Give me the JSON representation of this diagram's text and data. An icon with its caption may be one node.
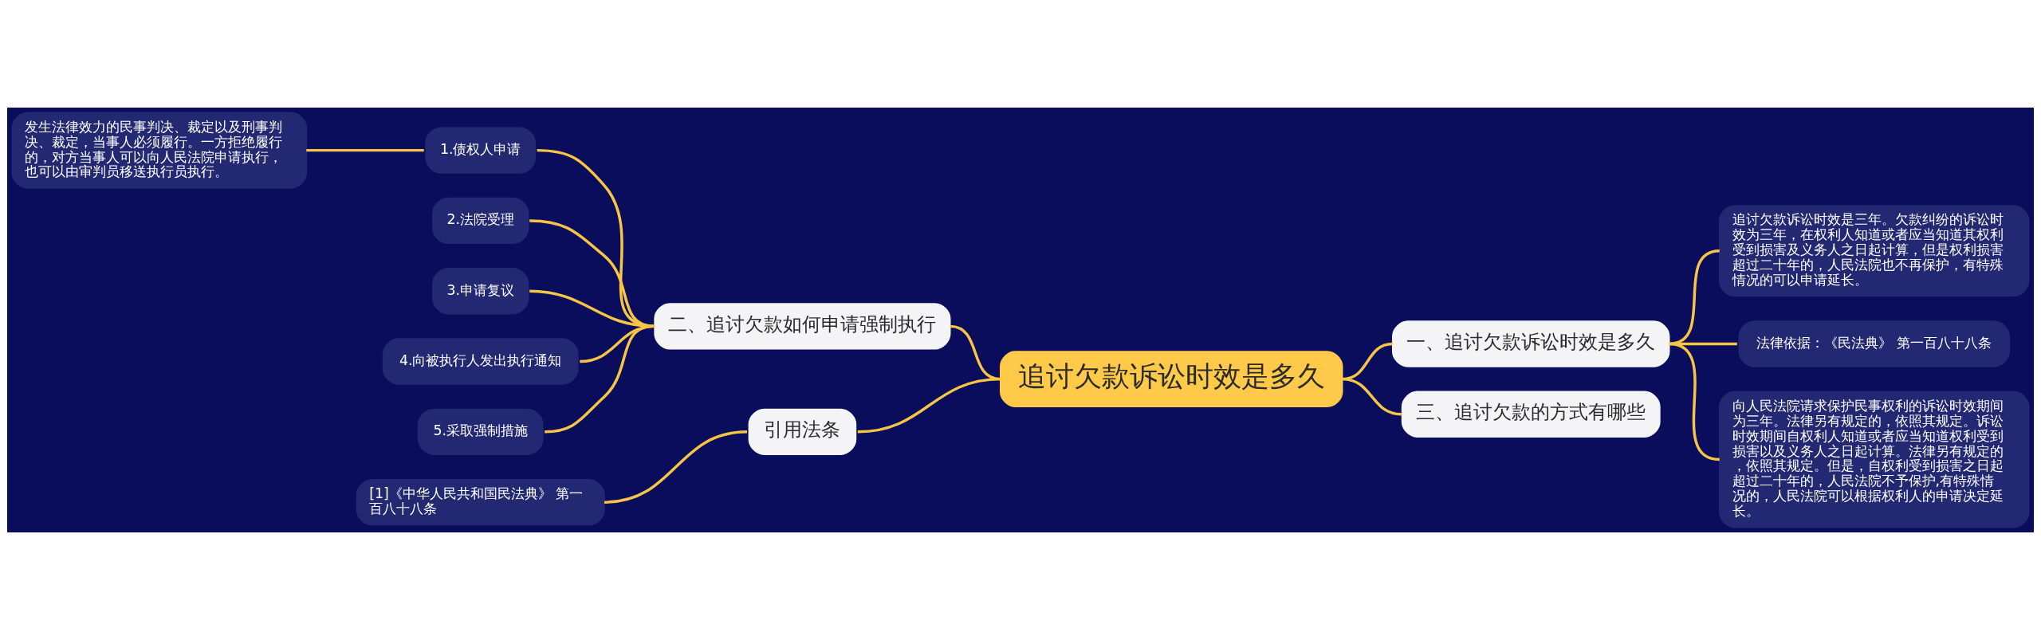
{
  "diagram": {
    "nodes": [
      {
        "text": [
          "追讨欠款诉讼时效是多久"
        ]
      },
      {
        "text": [
          "一、追讨欠款诉讼时效是多久"
        ]
      },
      {
        "text": [
          "追讨欠款诉讼时效是三年。欠款纠纷的诉讼时效为三年，在权利人知道或者应当知道其权利受到损害及义务人之日起计算，但是权利损害超过二十年的，人民法院也不再保护，有特殊情况的可以申请延长。"
        ]
      },
      {
        "text": [
          "法律依据：《民法典》 第一百八十八条"
        ]
      },
      {
        "text": [
          "向人民法院请求保护民事权利的诉讼时效期间为三年。法律另有规定的，依照其规定。诉讼时效期间自权利人知道或者应当知道权利受到损害以及义务人之日起计算。法律另有规定的，依照其规定。但是，自权利受到损害之日起超过二十年的，人民法院不予保护,有特殊情况的，人民法院可以根据权利人的申请决定延长。"
        ]
      },
      {
        "text": [
          "三、追讨欠款的方式有哪些"
        ]
      },
      {
        "text": [
          "二、追讨欠款如何申请强制执行"
        ]
      },
      {
        "text": [
          "1.债权人申请"
        ]
      },
      {
        "text": [
          "发生法律效力的民事判决、裁定以及刑事判决、裁定，当事人必须履行。一方拒绝履行的，对方当事人可以向人民法院申请执行，也可以由审判员移送执行员执行。"
        ]
      },
      {
        "text": [
          "2.法院受理"
        ]
      },
      {
        "text": [
          "3.申请复议"
        ]
      },
      {
        "text": [
          "4.向被执行人发出执行通知"
        ]
      },
      {
        "text": [
          "5.采取强制措施"
        ]
      },
      {
        "text": [
          "引用法条"
        ]
      },
      {
        "text": [
          "[1]《中华人民共和国民法典》 第一百八十八条"
        ]
      }
    ],
    "edges": [
      {
        "from": 0,
        "to": 1,
        "arrow": "none"
      },
      {
        "from": 1,
        "to": 2,
        "arrow": "none"
      },
      {
        "from": 1,
        "to": 3,
        "arrow": "none"
      },
      {
        "from": 1,
        "to": 4,
        "arrow": "none"
      },
      {
        "from": 0,
        "to": 5,
        "arrow": "none"
      },
      {
        "from": 0,
        "to": 6,
        "arrow": "none"
      },
      {
        "from": 6,
        "to": 7,
        "arrow": "none"
      },
      {
        "from": 7,
        "to": 8,
        "arrow": "none"
      },
      {
        "from": 6,
        "to": 9,
        "arrow": "none"
      },
      {
        "from": 6,
        "to": 10,
        "arrow": "none"
      },
      {
        "from": 6,
        "to": 11,
        "arrow": "none"
      },
      {
        "from": 6,
        "to": 12,
        "arrow": "none"
      },
      {
        "from": 0,
        "to": 13,
        "arrow": "none"
      },
      {
        "from": 13,
        "to": 14,
        "arrow": "none"
      }
    ]
  }
}
